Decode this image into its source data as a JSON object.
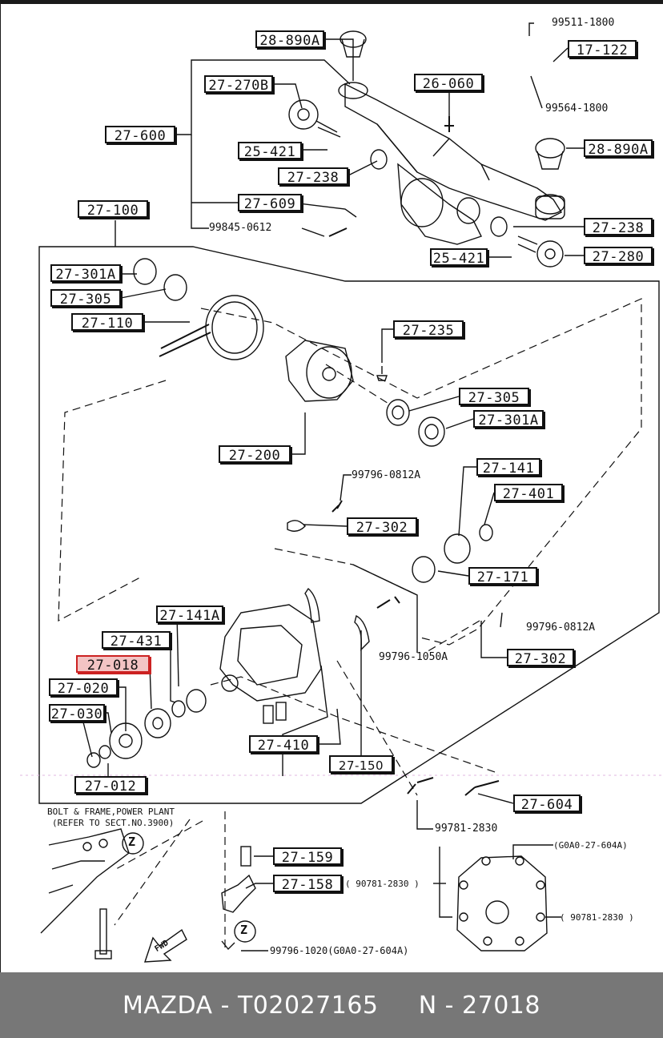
{
  "diagram": {
    "labels": {
      "l28890a_top": "28-890A",
      "l27270b": "27-270B",
      "l27600": "27-600",
      "l25421_top": "25-421",
      "l27238_top": "27-238",
      "l27609": "27-609",
      "l26060": "26-060",
      "l17122": "17-122",
      "l28890a_right": "28-890A",
      "l27238_right": "27-238",
      "l25421_right": "25-421",
      "l27280": "27-280",
      "l27100": "27-100",
      "l27301a_left": "27-301A",
      "l27305_left": "27-305",
      "l27110": "27-110",
      "l27235": "27-235",
      "l27305_right": "27-305",
      "l27301a_right": "27-301A",
      "l27200": "27-200",
      "l27141": "27-141",
      "l27401": "27-401",
      "l27302_top": "27-302",
      "l27171": "27-171",
      "l27141a": "27-141A",
      "l27431": "27-431",
      "l27018": "27-018",
      "l27020": "27-020",
      "l27030": "27-030",
      "l27012": "27-012",
      "l27302_right": "27-302",
      "l27410": "27-410",
      "l27150": "27-150",
      "l27604": "27-604",
      "l27159": "27-159",
      "l27158": "27-158"
    },
    "parts": {
      "p99511": "99511-1800",
      "p99564": "99564-1800",
      "p99845": "99845-0612",
      "p99796_0812a_top": "99796-0812A",
      "p99796_0812a_right": "99796-0812A",
      "p99796_1050a": "99796-1050A",
      "p99781": "99781-2830",
      "p_g0a0_top": "(G0A0-27-604A)",
      "p90781_left": "( 90781-2830 )",
      "p90781_right": "( 90781-2830 )",
      "p99796_1020": "99796-1020(G0A0-27-604A)"
    },
    "notes": {
      "bolt_frame": "BOLT & FRAME,POWER PLANT",
      "refer": "(REFER TO SECT.NO.3900)",
      "fwd": "FWD",
      "z_marker": "Z"
    },
    "highlight_color": "#cc2222"
  },
  "footer": {
    "brand": "MAZDA",
    "sep": " - ",
    "oem": "T02027165",
    "gap": "     ",
    "n_prefix": "N - ",
    "number": "27018"
  }
}
